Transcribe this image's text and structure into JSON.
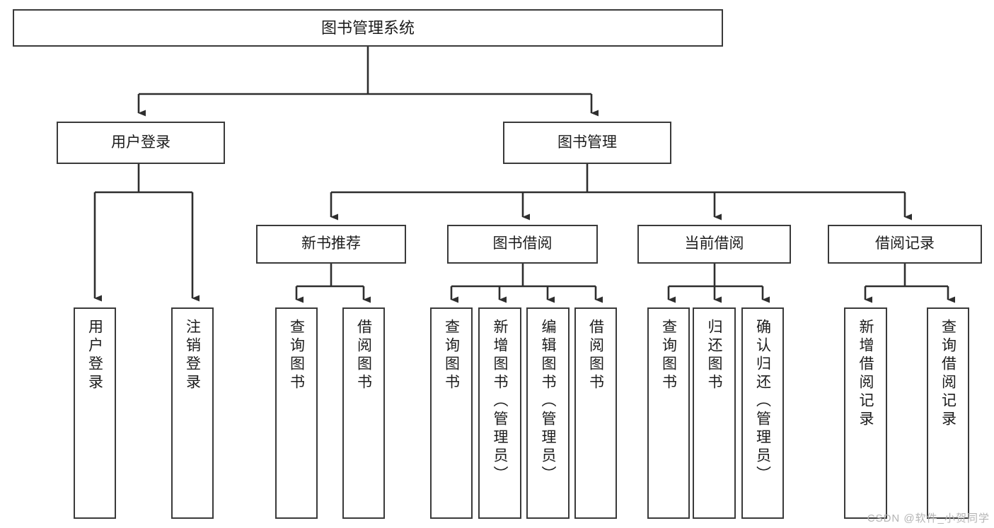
{
  "diagram": {
    "title": "图书管理系统",
    "type": "tree-hierarchy",
    "root": {
      "label": "图书管理系统"
    },
    "level1": [
      {
        "label": "用户登录"
      },
      {
        "label": "图书管理"
      }
    ],
    "level2": [
      {
        "label": "新书推荐"
      },
      {
        "label": "图书借阅"
      },
      {
        "label": "当前借阅"
      },
      {
        "label": "借阅记录"
      }
    ],
    "leaves": {
      "user_login": [
        {
          "label": "用户登录"
        },
        {
          "label": "注销登录"
        }
      ],
      "new_book_recommend": [
        {
          "label": "查询图书"
        },
        {
          "label": "借阅图书"
        }
      ],
      "book_borrow": [
        {
          "label": "查询图书"
        },
        {
          "label": "新增图书（管理员）"
        },
        {
          "label": "编辑图书（管理员）"
        },
        {
          "label": "借阅图书"
        }
      ],
      "current_borrow": [
        {
          "label": "查询图书"
        },
        {
          "label": "归还图书"
        },
        {
          "label": "确认归还（管理员）"
        }
      ],
      "borrow_record": [
        {
          "label": "新增借阅记录"
        },
        {
          "label": "查询借阅记录"
        }
      ]
    }
  },
  "watermark": {
    "text": "CSDN @软件_小贺同学"
  },
  "colors": {
    "border": "#3a3a3a",
    "background": "#ffffff",
    "text": "#1c1c1c",
    "watermark": "#b4b4b4"
  }
}
